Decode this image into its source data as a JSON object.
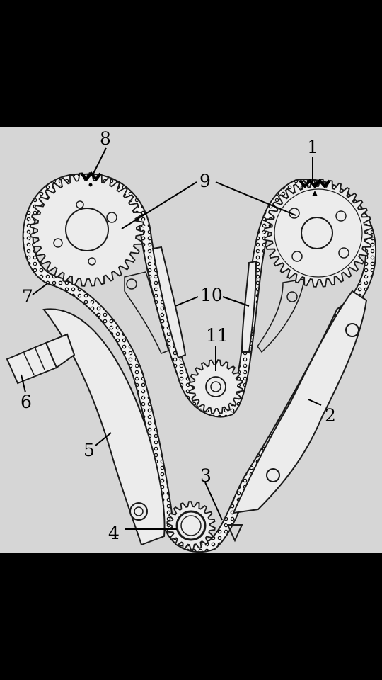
{
  "diagram": {
    "colors": {
      "background_panel": "#d6d6d6",
      "letterbox": "#000000",
      "linework": "#1a1a1a",
      "part_fill": "#ececec"
    },
    "callouts": [
      {
        "id": "c1",
        "label": "1"
      },
      {
        "id": "c2",
        "label": "2"
      },
      {
        "id": "c3",
        "label": "3"
      },
      {
        "id": "c4",
        "label": "4"
      },
      {
        "id": "c5",
        "label": "5"
      },
      {
        "id": "c6",
        "label": "6"
      },
      {
        "id": "c7",
        "label": "7"
      },
      {
        "id": "c8",
        "label": "8"
      },
      {
        "id": "c9",
        "label": "9"
      },
      {
        "id": "c10",
        "label": "10"
      },
      {
        "id": "c11",
        "label": "11"
      }
    ]
  }
}
